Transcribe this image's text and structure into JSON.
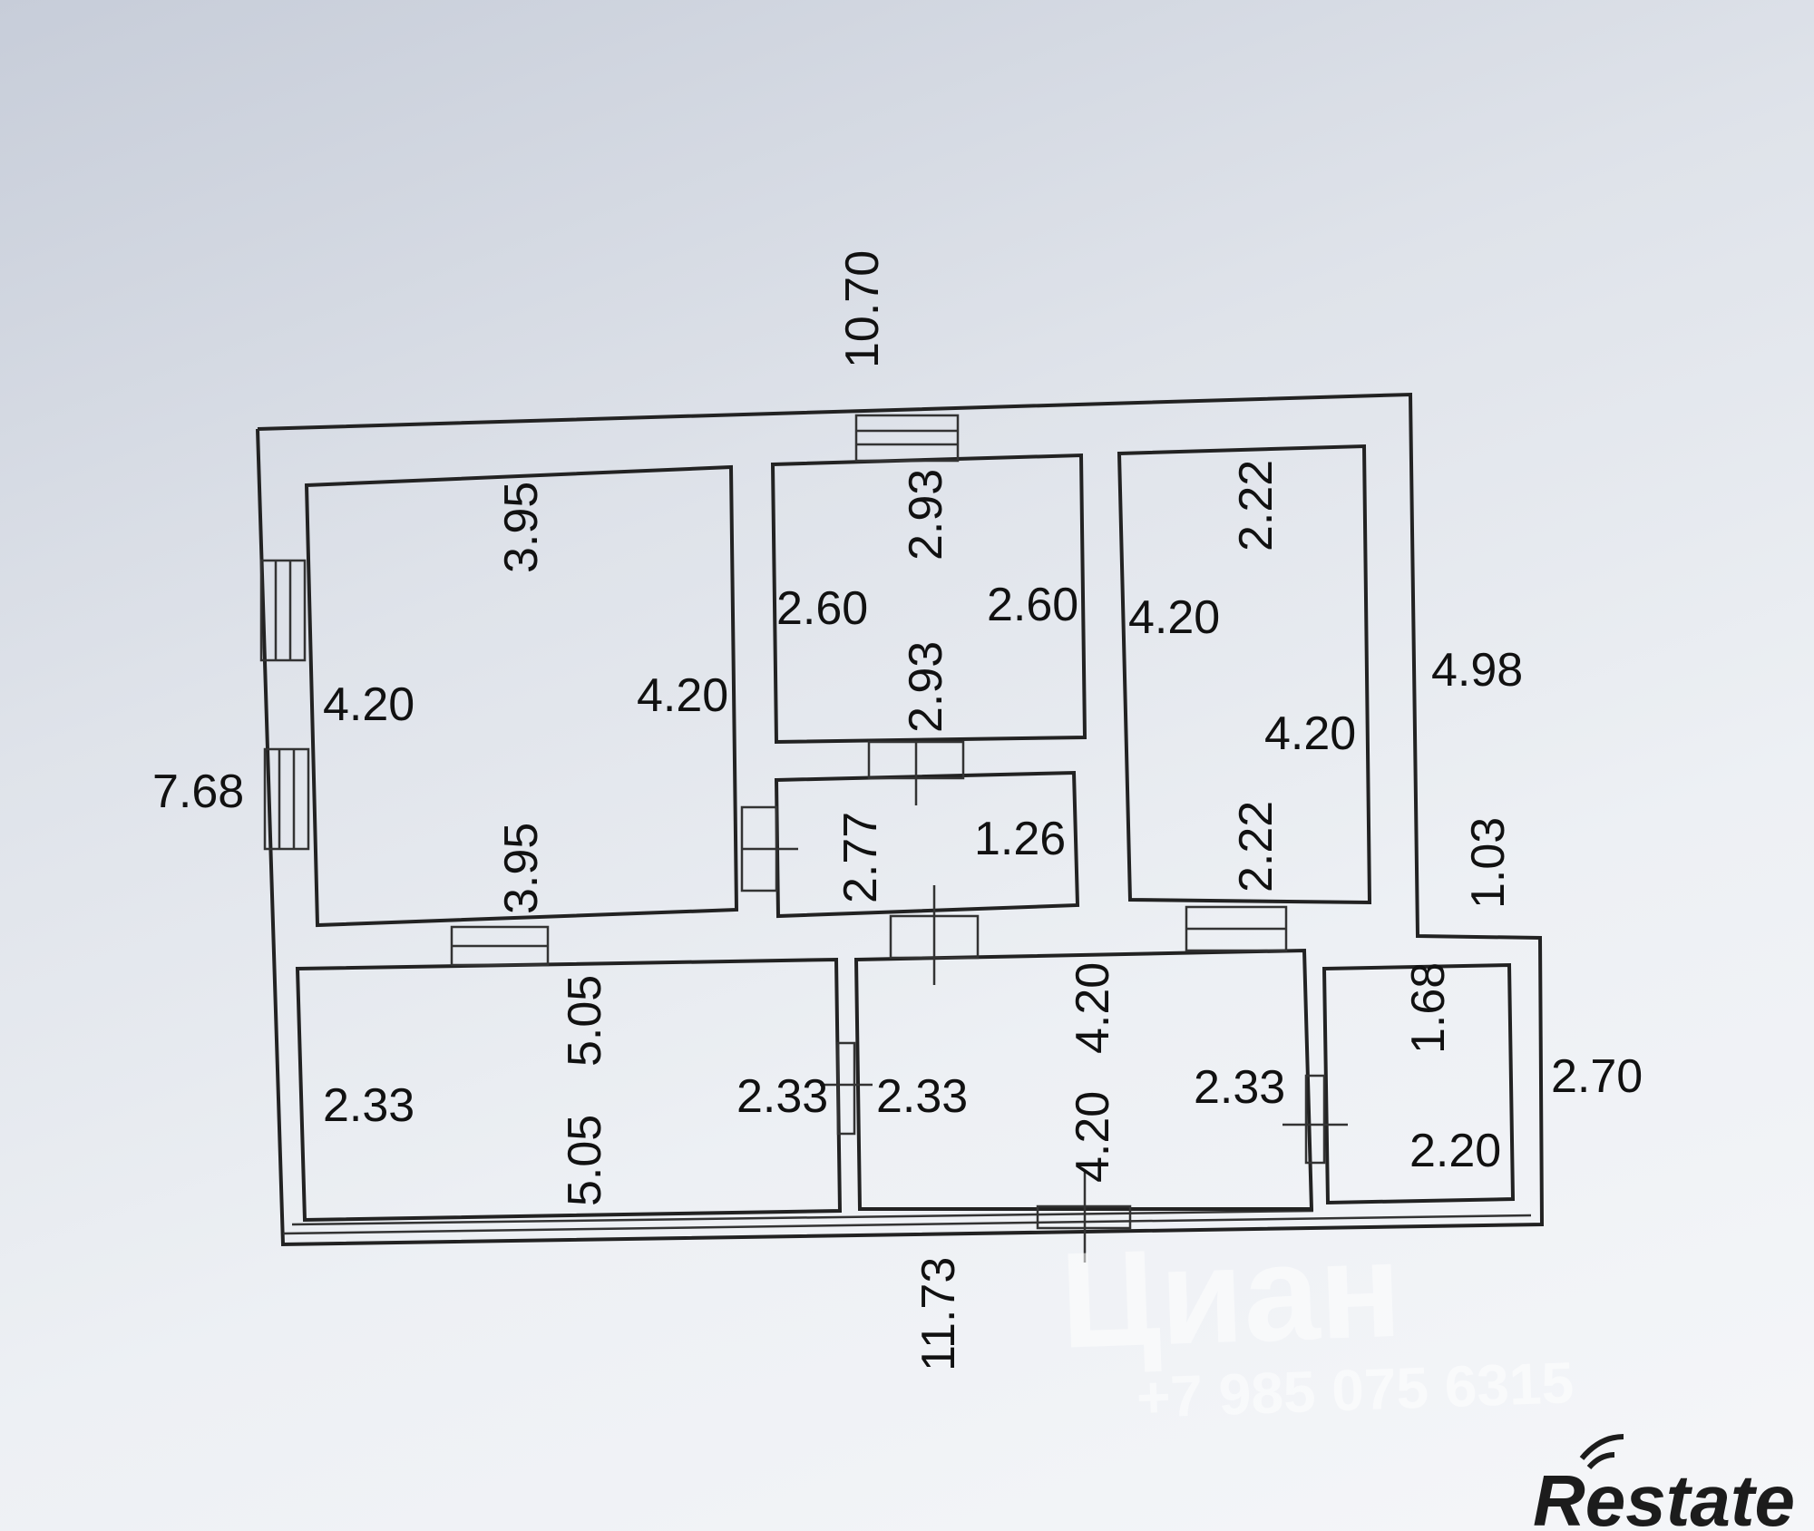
{
  "plan": {
    "total_top": "10.70",
    "total_left": "7.68",
    "total_right": "4.98",
    "right_step": "1.03",
    "bath_right": "2.70",
    "total_bottom": "11.73",
    "room_a": {
      "top": "3.95",
      "left": "4.20",
      "right": "4.20",
      "bottom": "3.95"
    },
    "room_b": {
      "top": "2.93",
      "left": "2.60",
      "right": "2.60",
      "bottom": "2.93"
    },
    "room_c": {
      "left": "4.20",
      "top": "2.22",
      "right": "4.20",
      "bottom": "2.22"
    },
    "hall": {
      "left": "2.77",
      "right": "1.26"
    },
    "room_d": {
      "left": "2.33",
      "top": "5.05",
      "right": "2.33",
      "bottom": "5.05"
    },
    "room_e": {
      "left": "2.33",
      "top": "4.20",
      "right": "2.33",
      "bottom": "4.20"
    },
    "bath": {
      "top": "1.68",
      "bottom": "2.20"
    }
  },
  "watermark": {
    "brand": "Циан",
    "phone": "+7 985 075 6315"
  },
  "logo": {
    "text": "Restate"
  }
}
